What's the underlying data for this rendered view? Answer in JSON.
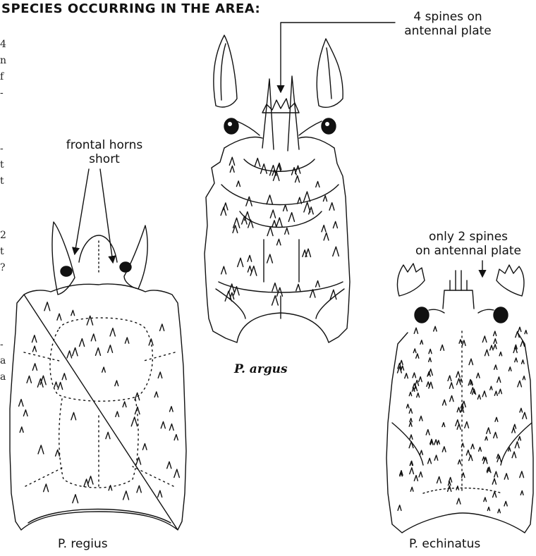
{
  "heading": "SPECIES OCCURRING IN THE AREA:",
  "labels": {
    "argus_spines": [
      "4 spines on",
      "antennal plate"
    ],
    "regius_horns": [
      "frontal horns",
      "short"
    ],
    "echinatus_spines": [
      "only 2 spines",
      "on antennal plate"
    ]
  },
  "captions": {
    "regius": "P. regius",
    "argus": "P. argus",
    "echinatus": "P. echinatus"
  },
  "margin_fragments": [
    "4",
    "n",
    "f",
    "-",
    "-",
    "t",
    "t",
    "2",
    "t",
    "?",
    "-",
    "a",
    "a"
  ]
}
